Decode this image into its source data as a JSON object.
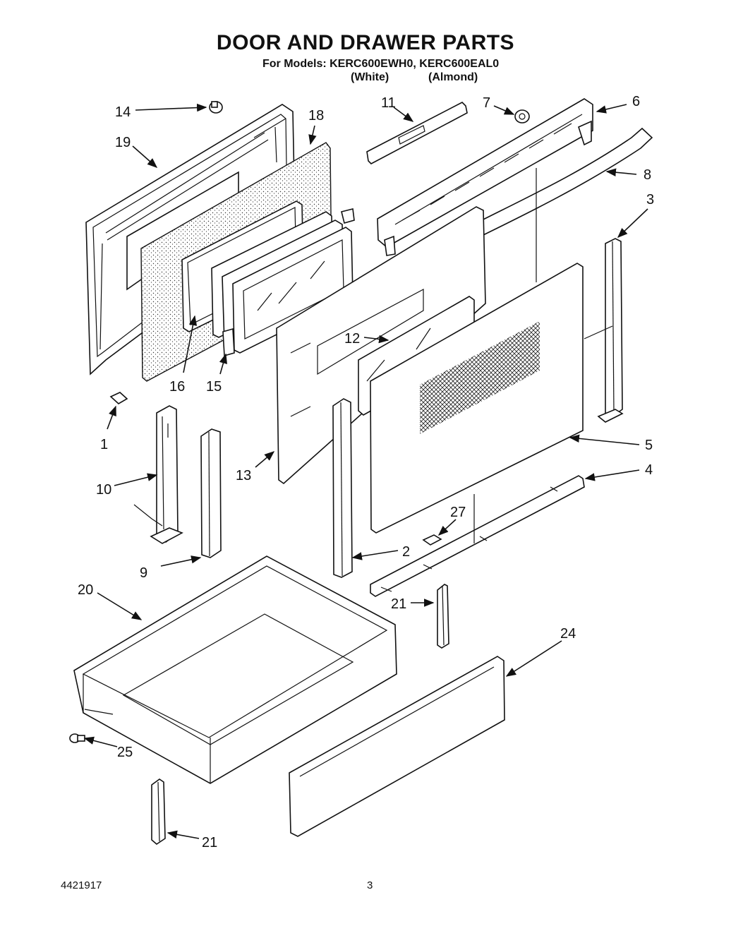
{
  "header": {
    "title": "DOOR AND DRAWER PARTS",
    "models_line": "For Models: KERC600EWH0, KERC600EAL0",
    "variant_white": "(White)",
    "variant_almond": "(Almond)"
  },
  "part_labels": {
    "p1": "1",
    "p2": "2",
    "p3": "3",
    "p4": "4",
    "p5": "5",
    "p6": "6",
    "p7": "7",
    "p8": "8",
    "p9": "9",
    "p10": "10",
    "p11": "11",
    "p12": "12",
    "p13": "13",
    "p14": "14",
    "p15": "15",
    "p16": "16",
    "p18": "18",
    "p19": "19",
    "p20": "20",
    "p21a": "21",
    "p21b": "21",
    "p24": "24",
    "p25": "25",
    "p27": "27"
  },
  "footer": {
    "doc_number": "4421917",
    "page_number": "3"
  }
}
